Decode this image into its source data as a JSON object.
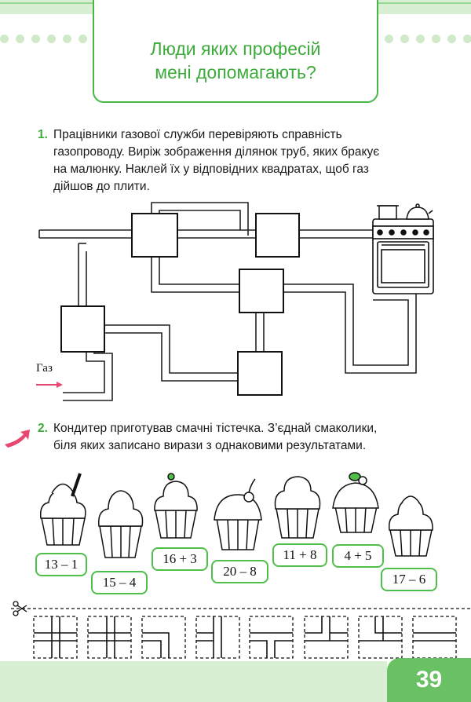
{
  "header": {
    "title_line1": "Люди яких професій",
    "title_line2": "мені допомагають?"
  },
  "task1": {
    "number": "1.",
    "lines": [
      "Працівники газової служби перевіряють справність",
      "газопроводу. Виріж зображення ділянок труб, яких бракує",
      "на малюнку. Наклей їх у відповідних квадратах, щоб газ",
      "дійшов до плити."
    ],
    "gas_label": "Газ"
  },
  "task2": {
    "number": "2.",
    "lines": [
      "Кондитер приготував смачні тістечка. З’єднай смаколики,",
      "біля яких записано вирази з однаковими результатами."
    ],
    "expressions": [
      "13 – 1",
      "15 – 4",
      "16 + 3",
      "20 – 8",
      "11 + 8",
      "4 + 5",
      "17 – 6"
    ]
  },
  "colors": {
    "accent": "#3dab3b",
    "band": "#d9efd4",
    "pink": "#e8476f"
  },
  "icons": [
    "pink-arrow-icon",
    "scissors-icon",
    "cupcake-icon",
    "stove-icon",
    "kettle-icon",
    "pot-icon"
  ],
  "footer": {
    "page_number": "39"
  }
}
